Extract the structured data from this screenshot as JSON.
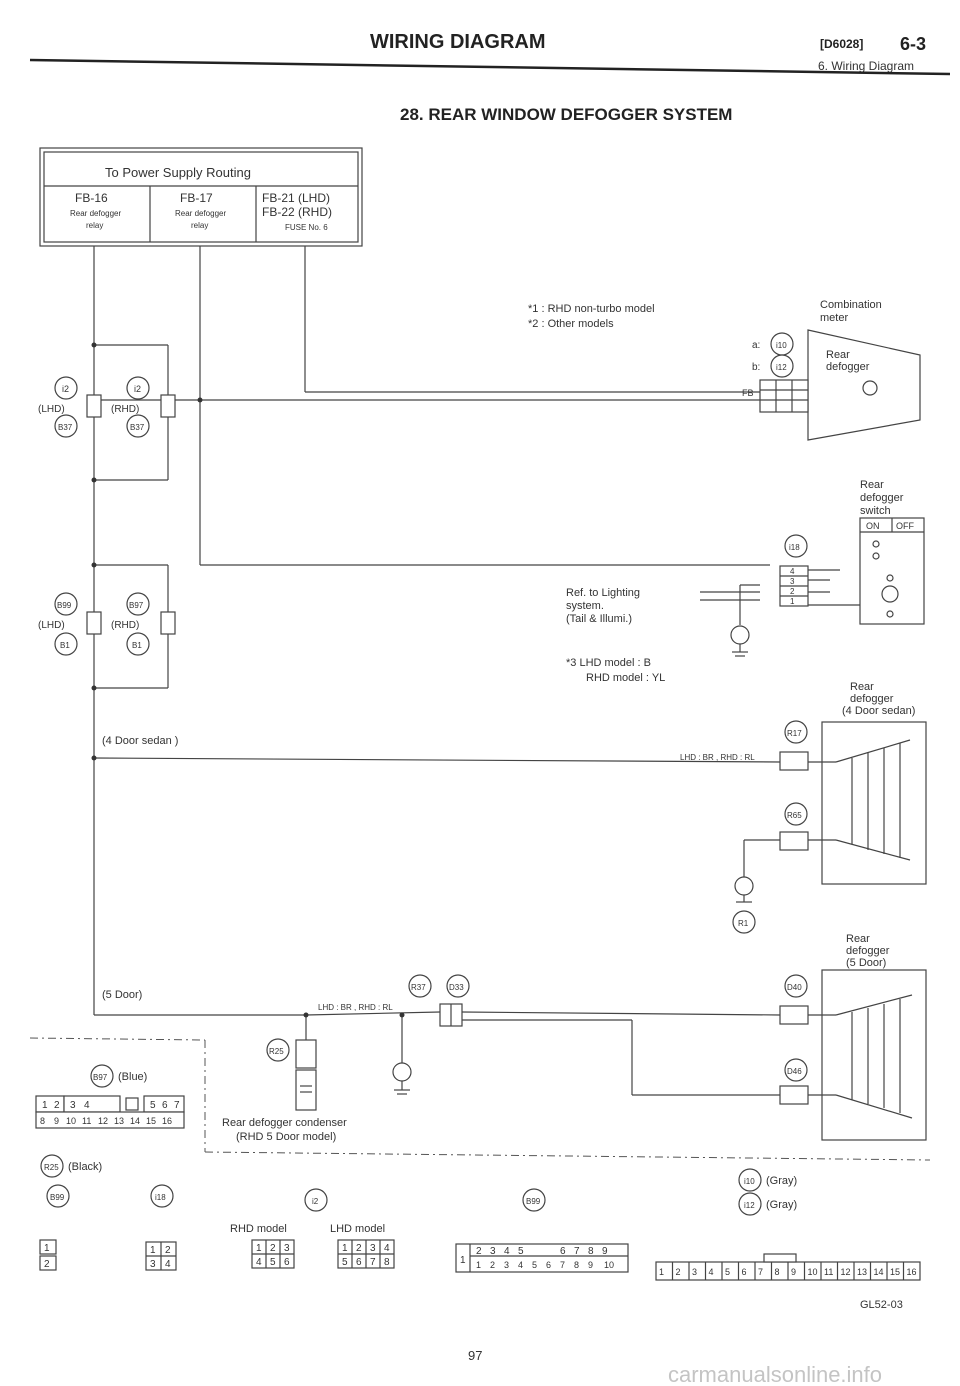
{
  "header": {
    "title": "WIRING DIAGRAM",
    "code": "[D6028]",
    "page_ref": "6-3",
    "subtitle": "6. Wiring Diagram"
  },
  "section_title": "28. REAR WINDOW DEFOGGER SYSTEM",
  "power_supply": {
    "title": "To Power Supply Routing",
    "col1_name": "FB-16",
    "col1_desc_a": "Rear defogger",
    "col1_desc_b": "relay",
    "col2_name": "FB-17",
    "col2_desc_a": "Rear defogger",
    "col2_desc_b": "relay",
    "col3_line1": "FB-21 (LHD)",
    "col3_line2": "FB-22 (RHD)",
    "col3_line3": "FUSE No. 6"
  },
  "notes": {
    "n1": "*1 : RHD non-turbo model",
    "n2": "*2 : Other models",
    "n3a": "*3  LHD model : B",
    "n3b": "RHD model : YL"
  },
  "meter": {
    "title_a": "Combination",
    "title_b": "meter",
    "a_label": "a:",
    "a_conn": "i10",
    "b_label": "b:",
    "b_conn": "i12",
    "ind_a": "Rear",
    "ind_b": "defogger",
    "fb_label": "FB"
  },
  "switch": {
    "title_a": "Rear",
    "title_b": "defogger",
    "title_c": "switch",
    "on": "ON",
    "off": "OFF",
    "conn": "i18",
    "pins": [
      "4",
      "3",
      "2",
      "1"
    ]
  },
  "lighting_ref": {
    "line1": "Ref. to Lighting",
    "line2": "system.",
    "line3": "(Tail & Illumi.)"
  },
  "relay_left": {
    "lhd": "(LHD)",
    "rhd": "(RHD)",
    "c1": "i2",
    "c2": "i2",
    "c3": "B37",
    "c4": "B37",
    "c5": "B99",
    "c6": "B97",
    "c7": "B1",
    "c8": "B1"
  },
  "sedan": {
    "label": "(4 Door sedan )",
    "title_a": "Rear",
    "title_b": "defogger",
    "title_c": "(4 Door sedan)",
    "wire": "LHD : BR , RHD : RL",
    "conn1": "R17",
    "conn2": "R65",
    "ground": "R1"
  },
  "door5": {
    "label": "(5 Door)",
    "title_a": "Rear",
    "title_b": "defogger",
    "title_c": "(5 Door)",
    "wire": "LHD : BR , RHD : RL",
    "conn1": "R37",
    "conn2": "D33",
    "conn3": "D40",
    "conn4": "D46",
    "cond_conn": "R25",
    "cond_a": "Rear defogger condenser",
    "cond_b": "(RHD 5 Door model)"
  },
  "legend": {
    "blue_conn": "B97",
    "blue": "(Blue)",
    "black_conn": "R25",
    "black": "(Black)",
    "conn_a": "B99",
    "conn_b": "i18",
    "conn_c": "i2",
    "conn_d": "B99",
    "rhd_model": "RHD model",
    "lhd_model": "LHD model",
    "gray1_conn": "i10",
    "gray1": "(Gray)",
    "gray2_conn": "i12",
    "gray2": "(Gray)",
    "grid1_top": [
      "1",
      "2",
      "3",
      "4",
      "",
      "5",
      "6",
      "7"
    ],
    "grid1_bot": [
      "8",
      "9",
      "10",
      "11",
      "12",
      "13",
      "14",
      "15",
      "16"
    ],
    "pin2_top": "1",
    "pin2_bot": "2",
    "pin4_top": [
      "1",
      "2"
    ],
    "pin4_bot": [
      "3",
      "4"
    ],
    "rhd_top": [
      "1",
      "2",
      "3"
    ],
    "rhd_bot": [
      "4",
      "5",
      "6"
    ],
    "lhd_top": [
      "1",
      "2",
      "3",
      "4"
    ],
    "lhd_bot": [
      "5",
      "6",
      "7",
      "8"
    ],
    "grid_big_top": [
      "2",
      "3",
      "4",
      "5",
      "",
      "6",
      "7",
      "8",
      "9"
    ],
    "grid_big_bot": [
      "1",
      "1",
      "2",
      "3",
      "4",
      "5",
      "6",
      "7",
      "8",
      "9",
      "10"
    ],
    "grid_long": [
      "1",
      "2",
      "3",
      "4",
      "5",
      "6",
      "7",
      "8",
      "9",
      "10",
      "11",
      "12",
      "13",
      "14",
      "15",
      "16"
    ]
  },
  "footer": {
    "code": "GL52-03",
    "page": "97",
    "watermark": "carmanualsonline.info"
  }
}
